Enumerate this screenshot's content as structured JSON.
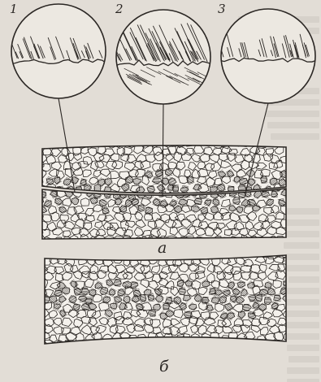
{
  "figure": {
    "callouts": [
      "1",
      "2",
      "3"
    ],
    "caption_top": "а",
    "caption_bottom": "б"
  },
  "colors": {
    "paper": "#e2ddd6",
    "ink": "#2b2724",
    "grain_fill": "#f4f1ec",
    "bleed_text": "#cfc9c1"
  }
}
